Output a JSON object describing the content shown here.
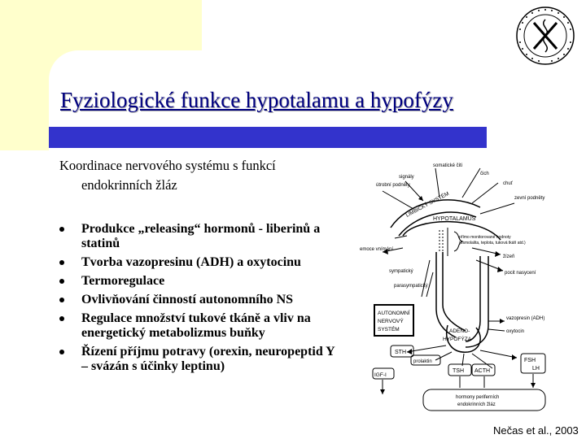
{
  "slide": {
    "title": "Fyziologické funkce hypotalamu a hypofýzy",
    "intro_line1": "Koordinace nervového systému s funkcí",
    "intro_line2": "endokrinních žláz",
    "bullets": [
      "Produkce „releasing“ hormonů - liberinů a statinů",
      "Tvorba vazopresinu (ADH) a oxytocinu",
      "Termoregulace",
      "Ovlivňování činností autonomního NS",
      "Regulace množství tukové tkáně a vliv na energetický metabolizmus buňky",
      "Řízení příjmu potravy (orexin, neuropeptid Y – svázán s účinky leptinu)"
    ],
    "citation": "Nečas et al., 2003"
  },
  "diagram": {
    "labels": {
      "somatic": "somatické čiti",
      "smell": "čich",
      "taste": "chuť",
      "visceral": "útrobní podněty",
      "signals": "signály",
      "external": "zevní podněty",
      "limbic": "LIMBICKÝ SYSTÉM",
      "hypothalamus": "HYPOTALAMUS",
      "emotions": "emoce vnímání",
      "feedback": "přímo monitorované hodnoty",
      "feedback2": "(osmolalita, teplota, tuková tkáň atd.)",
      "thirst": "žízeň",
      "satiety": "pocit nasycení",
      "sympathetic": "sympatický",
      "parasympathetic": "parasympatický",
      "ans_line1": "AUTONOMNÍ",
      "ans_line2": "NERVOVÝ",
      "ans_line3": "SYSTÉM",
      "adeno": "ADENO-",
      "hypofyza": "HYPOFÝZA",
      "vasopressin": "vazopresin (ADH)",
      "oxytocin": "oxytocin",
      "sth": "STH",
      "prolactin": "prolaktin",
      "tsh": "TSH",
      "acth": "ACTH",
      "fsh": "FSH",
      "lh": "LH",
      "igf": "IGF-I",
      "peripheral1": "hormony periferních",
      "peripheral2": "endokrinních žláz"
    }
  }
}
